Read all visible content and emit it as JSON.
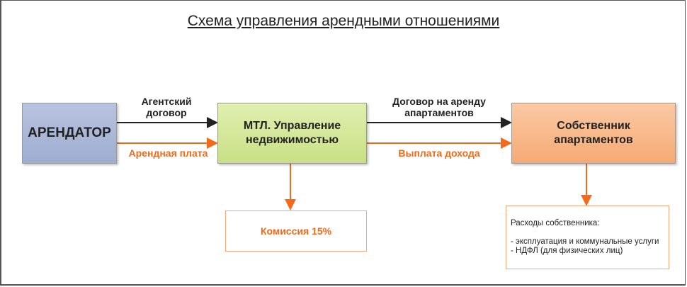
{
  "title": "Схема управления арендными отношениями",
  "nodes": {
    "tenant": "АРЕНДАТОР",
    "manager_line1": "МТЛ. Управление",
    "manager_line2": "недвижимостью",
    "owner_line1": "Собственник",
    "owner_line2": "апартаментов"
  },
  "edges": {
    "agent_contract_line1": "Агентский",
    "agent_contract_line2": "договор",
    "rent": "Арендная плата",
    "lease_line1": "Договор на аренду",
    "lease_line2": "апартаментов",
    "payout": "Выплата дохода"
  },
  "commission": "Комиссия 15%",
  "expenses": {
    "heading": "Расходы собственника:",
    "items": [
      "- эксплуатация и коммунальные услуги",
      "- НДФЛ (для физических лиц)"
    ]
  },
  "colors": {
    "black_arrow": "#222222",
    "orange_arrow": "#f26a1b",
    "tenant_fill": "#a9b6d6",
    "manager_fill": "#d4e79a",
    "owner_fill": "#f7b88a"
  }
}
